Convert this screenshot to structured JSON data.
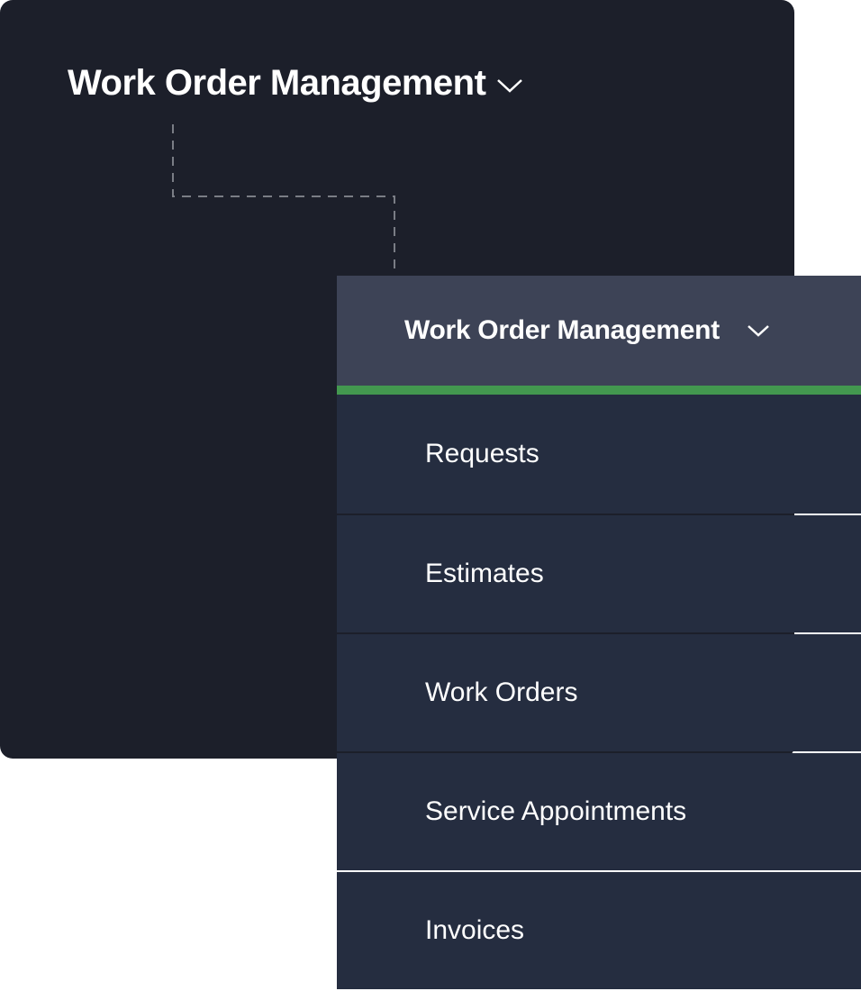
{
  "background_title": {
    "label": "Work Order Management",
    "icon": "chevron-down-icon"
  },
  "menu": {
    "header": {
      "label": "Work Order Management",
      "icon": "chevron-down-icon"
    },
    "active_indicator_color": "#43984f",
    "items": [
      {
        "label": "Requests"
      },
      {
        "label": "Estimates"
      },
      {
        "label": "Work Orders"
      },
      {
        "label": "Service Appointments"
      },
      {
        "label": "Invoices"
      }
    ]
  },
  "colors": {
    "card": "#1c1f2a",
    "header": "#3d4356",
    "item": "#252d40"
  }
}
